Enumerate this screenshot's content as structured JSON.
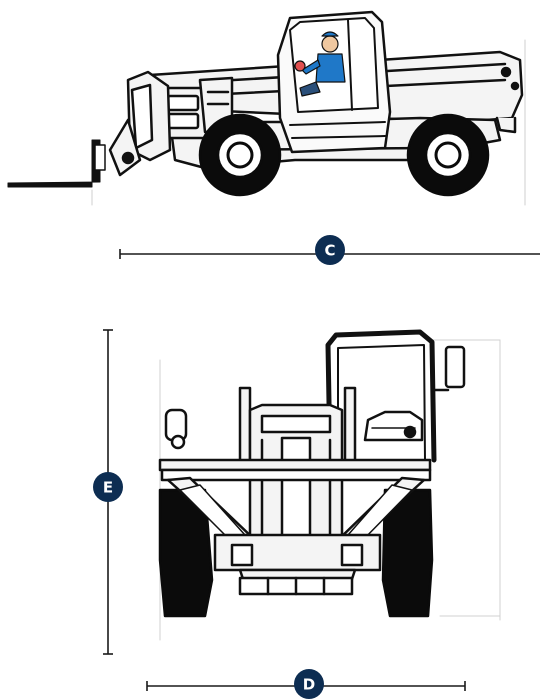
{
  "colors": {
    "badge_fill": "#0d2d52",
    "badge_text": "#ffffff",
    "line": "#1a1a1a",
    "outline": "#111111",
    "body_fill": "#f4f4f4",
    "tire": "#0b0b0b",
    "operator_shirt": "#1f78c8",
    "faint_line": "#c8c8c8"
  },
  "icons": {
    "side_view": "telehandler-side-view-icon",
    "front_view": "telehandler-front-view-icon",
    "operator": "operator-icon"
  },
  "dimensions": {
    "C": {
      "label": "C"
    },
    "D": {
      "label": "D"
    },
    "E": {
      "label": "E"
    }
  }
}
